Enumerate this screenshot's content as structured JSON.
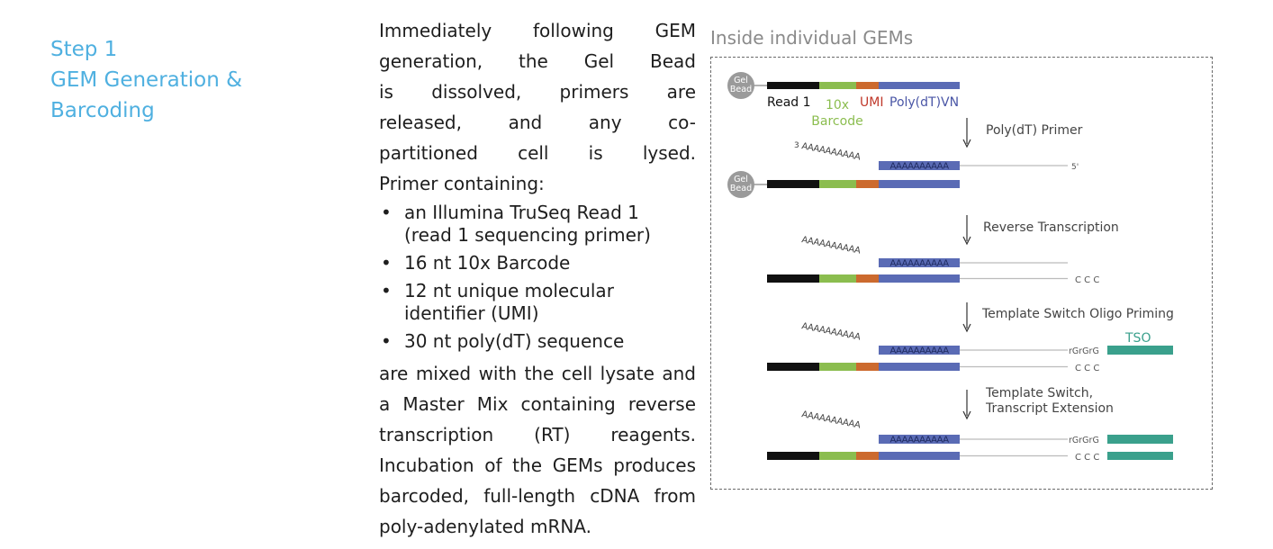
{
  "step": {
    "number": "Step 1",
    "title_line1": "GEM Generation &",
    "title_line2": "Barcoding"
  },
  "description": {
    "lines": [
      "Immediately following GEM",
      "generation, the Gel Bead",
      "is dissolved, primers are",
      "released, and any co-",
      "partitioned cell is lysed."
    ],
    "primer_intro": "Primer containing:",
    "bullets": [
      [
        "an Illumina TruSeq Read 1",
        "(read 1 sequencing primer)"
      ],
      [
        "16 nt 10x Barcode"
      ],
      [
        "12 nt unique molecular",
        "identifier (UMI)"
      ],
      [
        "30 nt poly(dT) sequence"
      ]
    ],
    "closing_lines": [
      "are mixed with the cell lysate and",
      "a Master Mix containing reverse",
      "transcription (RT) reagents.",
      "Incubation of the GEMs produces",
      "barcoded, full-length cDNA from",
      "poly-adenylated mRNA."
    ]
  },
  "diagram": {
    "caption": "Inside individual GEMs",
    "bead_label": [
      "Gel",
      "Bead"
    ],
    "segments": {
      "read1": "Read 1",
      "barcode": [
        "10x",
        "Barcode"
      ],
      "umi": "UMI",
      "polydt": "Poly(dT)VN"
    },
    "steps": [
      "Poly(dT) Primer",
      "Reverse Transcription",
      "Template Switch Oligo Priming",
      [
        "Template Switch,",
        "Transcript Extension"
      ]
    ],
    "polya_tail": "AAAAAAAAAA",
    "polya_inner": "AAAAAAAAAA",
    "end3": "3",
    "end5": "5'",
    "ccc": "C C C",
    "rgrgrg": "rGrGrG",
    "tso": "TSO",
    "colors": {
      "read1": "#111111",
      "barcode": "#8bbd4f",
      "umi": "#cc6a2e",
      "polydt": "#5a6bb5",
      "tso": "#3aa08c",
      "bead": "#9a9a9a",
      "label_barcode": "#8bbd4f",
      "label_umi": "#c0392b",
      "label_polydt": "#4a56a6"
    }
  }
}
